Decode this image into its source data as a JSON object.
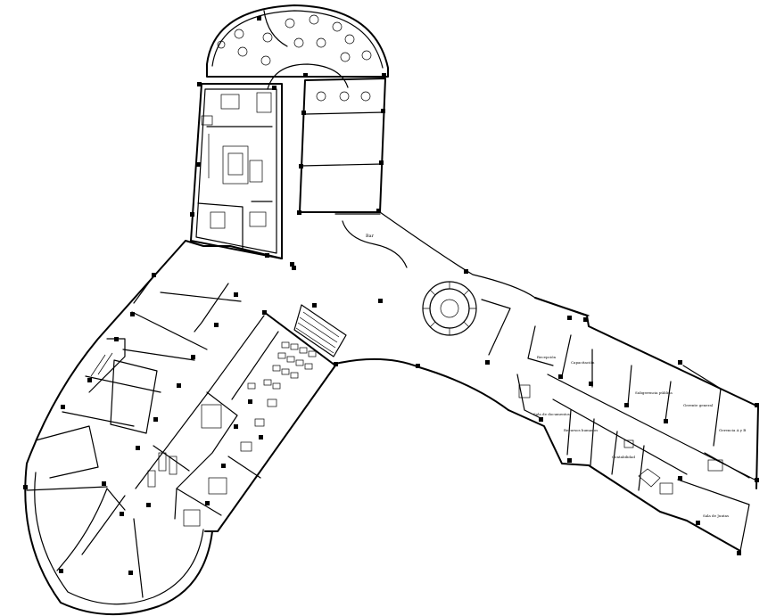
{
  "labels": {
    "bar": "Bar",
    "recepcion": "Recepción",
    "capacitacion": "Capacitación",
    "subgerencia_publica": "Subgerencia pública",
    "gerente_general": "Gerente general",
    "sala_de_documentos": "Sala de documentos",
    "recursos_humanos": "Recursos humanos",
    "contabilidad": "Contabilidad",
    "gerencia_ayb": "Gerencia A y B",
    "sala_de_juntas": "Sala de Juntas"
  }
}
